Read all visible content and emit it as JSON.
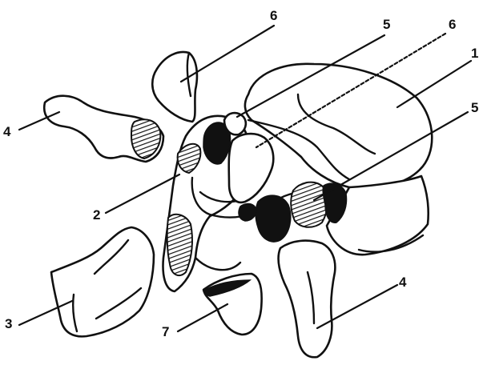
{
  "labels": {
    "l1": "1",
    "l2": "2",
    "l3": "3",
    "l4_left": "4",
    "l4_right": "4",
    "l5_top": "5",
    "l5_right": "5",
    "l6_top": "6",
    "l6_right": "6",
    "l7": "7"
  }
}
